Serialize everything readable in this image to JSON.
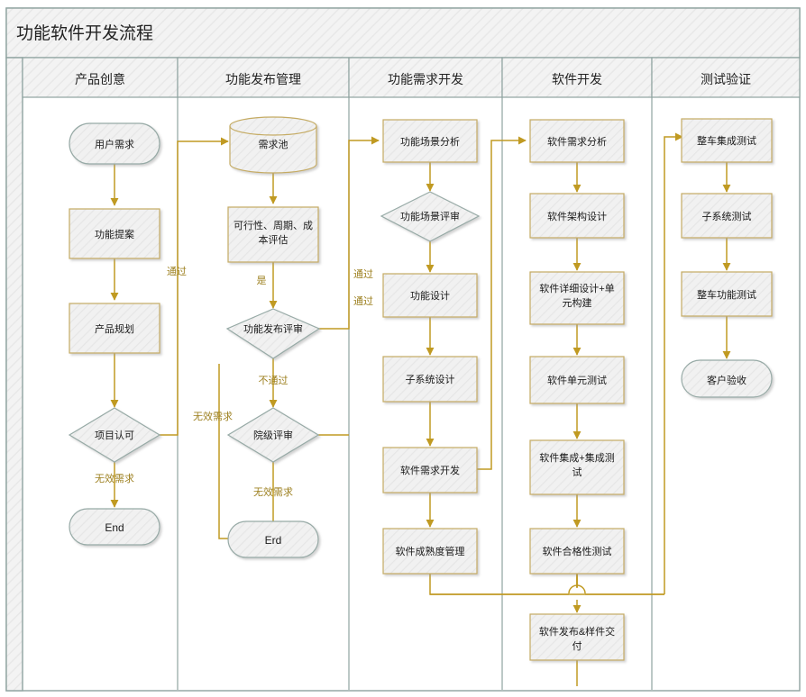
{
  "pool": {
    "title": "功能软件开发流程",
    "frame_border": "#8fa3a0",
    "header_fill": "#f2f2f2"
  },
  "lanes": [
    {
      "id": "lane-product-idea",
      "label": "产品创意"
    },
    {
      "id": "lane-release-mgmt",
      "label": "功能发布管理"
    },
    {
      "id": "lane-req-dev",
      "label": "功能需求开发"
    },
    {
      "id": "lane-software-dev",
      "label": "软件开发"
    },
    {
      "id": "lane-test-verify",
      "label": "测试验证"
    }
  ],
  "colors": {
    "node_border": "#c5ab63",
    "node_fill": "#f0f0f0",
    "decision_border": "#97aaa6",
    "terminator_border": "#97aaa6",
    "connector": "#c09a22",
    "edge_label": "#9d8020",
    "lane_divider": "#8fa3a0"
  },
  "nodes": [
    {
      "id": "user-requirement",
      "lane": 0,
      "shape": "terminator",
      "label": "用户需求"
    },
    {
      "id": "feature-proposal",
      "lane": 0,
      "shape": "process",
      "label": "功能提案"
    },
    {
      "id": "product-planning",
      "lane": 0,
      "shape": "process",
      "label": "产品规划"
    },
    {
      "id": "project-approval",
      "lane": 0,
      "shape": "decision",
      "label": "项目认可"
    },
    {
      "id": "end-1",
      "lane": 0,
      "shape": "terminator",
      "label": "End"
    },
    {
      "id": "requirement-pool",
      "lane": 1,
      "shape": "database",
      "label": "需求池"
    },
    {
      "id": "feasibility-assessment",
      "lane": 1,
      "shape": "process",
      "label": "可行性、周期、成本评估"
    },
    {
      "id": "release-review",
      "lane": 1,
      "shape": "decision",
      "label": "功能发布评审"
    },
    {
      "id": "institute-review",
      "lane": 1,
      "shape": "decision",
      "label": "院级评审"
    },
    {
      "id": "end-2",
      "lane": 1,
      "shape": "terminator",
      "label": "Erd"
    },
    {
      "id": "scenario-analysis",
      "lane": 2,
      "shape": "process",
      "label": "功能场景分析"
    },
    {
      "id": "scenario-review",
      "lane": 2,
      "shape": "decision",
      "label": "功能场景评审"
    },
    {
      "id": "feature-design",
      "lane": 2,
      "shape": "process",
      "label": "功能设计"
    },
    {
      "id": "subsystem-design",
      "lane": 2,
      "shape": "process",
      "label": "子系统设计"
    },
    {
      "id": "sw-requirement-dev",
      "lane": 2,
      "shape": "process",
      "label": "软件需求开发"
    },
    {
      "id": "sw-maturity-mgmt",
      "lane": 2,
      "shape": "process",
      "label": "软件成熟度管理"
    },
    {
      "id": "sw-requirement-analysis",
      "lane": 3,
      "shape": "process",
      "label": "软件需求分析"
    },
    {
      "id": "sw-architecture-design",
      "lane": 3,
      "shape": "process",
      "label": "软件架构设计"
    },
    {
      "id": "sw-detail-design",
      "lane": 3,
      "shape": "process",
      "label": "软件详细设计+单元构建"
    },
    {
      "id": "sw-unit-test",
      "lane": 3,
      "shape": "process",
      "label": "软件单元测试"
    },
    {
      "id": "sw-integration-test",
      "lane": 3,
      "shape": "process",
      "label": "软件集成+集成测试"
    },
    {
      "id": "sw-qualification-test",
      "lane": 3,
      "shape": "process",
      "label": "软件合格性测试"
    },
    {
      "id": "sw-release-delivery",
      "lane": 3,
      "shape": "process",
      "label": "软件发布&样件交付"
    },
    {
      "id": "vehicle-integration-test",
      "lane": 4,
      "shape": "process",
      "label": "整车集成测试"
    },
    {
      "id": "subsystem-test",
      "lane": 4,
      "shape": "process",
      "label": "子系统测试"
    },
    {
      "id": "vehicle-function-test",
      "lane": 4,
      "shape": "process",
      "label": "整车功能测试"
    },
    {
      "id": "customer-acceptance",
      "lane": 4,
      "shape": "terminator",
      "label": "客户验收"
    }
  ],
  "edge_labels": [
    {
      "id": "edge-label-pass-1",
      "text": "通过"
    },
    {
      "id": "edge-label-invalid-1",
      "text": "无效需求"
    },
    {
      "id": "edge-label-yes",
      "text": "是"
    },
    {
      "id": "edge-label-fail",
      "text": "不通过"
    },
    {
      "id": "edge-label-invalid-2",
      "text": "无效需求"
    },
    {
      "id": "edge-label-invalid-3",
      "text": "无效需求"
    },
    {
      "id": "edge-label-pass-2",
      "text": "通过"
    },
    {
      "id": "edge-label-pass-3",
      "text": "通过"
    }
  ]
}
